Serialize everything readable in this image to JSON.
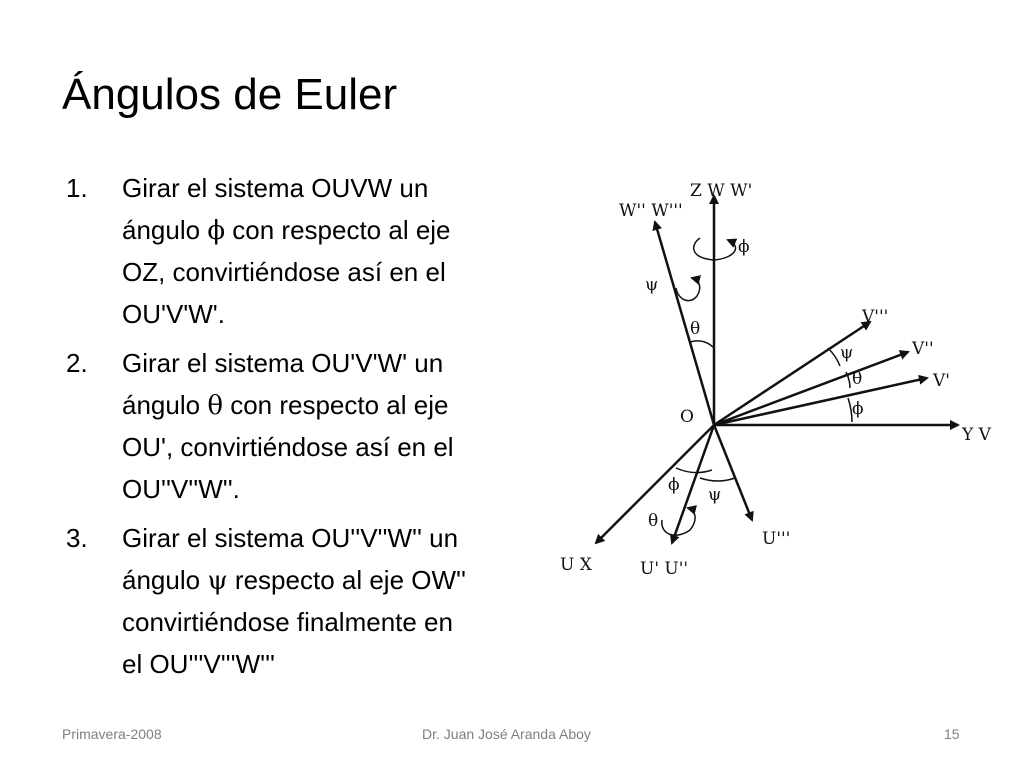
{
  "slide": {
    "title": "Ángulos de Euler",
    "steps": [
      {
        "number": "1.",
        "lines": [
          {
            "before": "Girar el sistema OUVW un",
            "symbol": "",
            "after": ""
          },
          {
            "before": "ángulo ",
            "symbol": "ϕ",
            "after": " con respecto al eje"
          },
          {
            "before": "OZ, convirtiéndose así en el",
            "symbol": "",
            "after": ""
          },
          {
            "before": "OU'V'W'.",
            "symbol": "",
            "after": ""
          }
        ]
      },
      {
        "number": "2.",
        "lines": [
          {
            "before": "Girar el sistema OU'V'W' un",
            "symbol": "",
            "after": ""
          },
          {
            "before": "ángulo ",
            "symbol": "θ",
            "after": " con respecto al eje"
          },
          {
            "before": "OU', convirtiéndose así en el",
            "symbol": "",
            "after": ""
          },
          {
            "before": "OU''V''W''.",
            "symbol": "",
            "after": ""
          }
        ]
      },
      {
        "number": "3.",
        "lines": [
          {
            "before": "Girar el sistema OU''V''W'' un",
            "symbol": "",
            "after": ""
          },
          {
            "before": "ángulo ",
            "symbol": "ψ",
            "after": " respecto al eje OW''"
          },
          {
            "before": "convirtiéndose finalmente en",
            "symbol": "",
            "after": ""
          },
          {
            "before": "el OU'''V'''W'''",
            "symbol": "",
            "after": ""
          }
        ]
      }
    ],
    "diagram": {
      "labels": {
        "z_axis": "Z W W'",
        "w_double": "W'' W'''",
        "origin": "O",
        "y_axis": "Y V",
        "v_triple": "V'''",
        "v_double": "V''",
        "v_prime": "V'",
        "u_axis": "U X",
        "u_prime": "U' U''",
        "u_triple": "U'''"
      },
      "angles": {
        "phi": "ϕ",
        "theta": "θ",
        "psi": "ψ"
      }
    },
    "footer": {
      "left": "Primavera-2008",
      "center": "Dr. Juan José Aranda Aboy",
      "page": "15"
    }
  }
}
